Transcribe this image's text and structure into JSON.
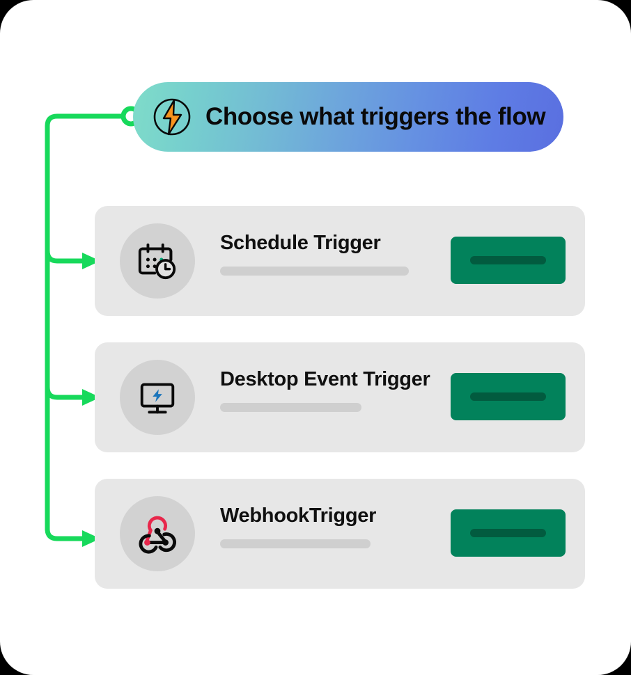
{
  "theme": {
    "card_background": "#FFFFFF",
    "page_background": "#000000",
    "connector_green": "#17D95B",
    "row_background": "#E7E7E7",
    "avatar_background": "#D2D2D2",
    "skeleton_gray": "#CFCFCF",
    "action_green": "#02825B",
    "action_inner_green": "#025B3F",
    "pill_gradient_start": "#7FDCC9",
    "pill_gradient_end": "#5A6FE0",
    "bolt_orange": "#F7941E",
    "webhook_red": "#E8274B",
    "monitor_blue": "#1B75BB",
    "calendar_accent_green": "#00A878"
  },
  "header": {
    "title": "Choose what triggers the flow",
    "icon": "lightning-bolt-circle-icon"
  },
  "connector": {
    "start_node": "flow-start-node",
    "branches": 3
  },
  "triggers": [
    {
      "id": "schedule-trigger",
      "title": "Schedule Trigger",
      "icon": "calendar-clock-icon",
      "skeleton_class": "sk-w1",
      "action_label": ""
    },
    {
      "id": "desktop-event-trigger",
      "title": "Desktop Event Trigger",
      "icon": "monitor-bolt-icon",
      "skeleton_class": "sk-w2",
      "action_label": ""
    },
    {
      "id": "webhook-trigger",
      "title": "WebhookTrigger",
      "icon": "webhook-icon",
      "skeleton_class": "sk-w3",
      "action_label": ""
    }
  ]
}
